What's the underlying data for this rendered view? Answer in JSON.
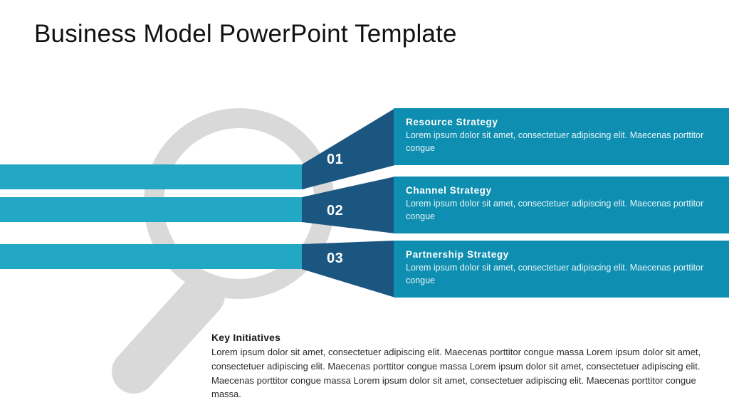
{
  "slide": {
    "title": "Business Model PowerPoint Template",
    "colors": {
      "teal_bar": "#22A7C4",
      "teal_block": "#0E8EB0",
      "dark_blue": "#1A5680",
      "magnifier_gray": "#D9D9D9",
      "title_text": "#111111"
    }
  },
  "strategies": [
    {
      "number": "01",
      "title": "Resource Strategy",
      "description": "Lorem ipsum dolor sit amet, consectetuer adipiscing elit.  Maecenas porttitor congue"
    },
    {
      "number": "02",
      "title": "Channel Strategy",
      "description": "Lorem ipsum dolor sit amet, consectetuer adipiscing elit.  Maecenas porttitor congue"
    },
    {
      "number": "03",
      "title": "Partnership Strategy",
      "description": "Lorem ipsum dolor sit amet, consectetuer adipiscing elit.  Maecenas porttitor congue"
    }
  ],
  "key_initiatives": {
    "title": "Key Initiatives",
    "body": "Lorem ipsum dolor sit amet, consectetuer adipiscing elit.  Maecenas porttitor congue massa Lorem ipsum dolor sit amet, consectetuer adipiscing elit. Maecenas porttitor congue massa Lorem ipsum dolor sit amet, consectetuer adipiscing elit. Maecenas porttitor congue massa Lorem ipsum dolor sit amet, consectetuer adipiscing elit. Maecenas porttitor congue massa."
  },
  "icons": {
    "magnifier": "magnifying-glass-icon"
  }
}
